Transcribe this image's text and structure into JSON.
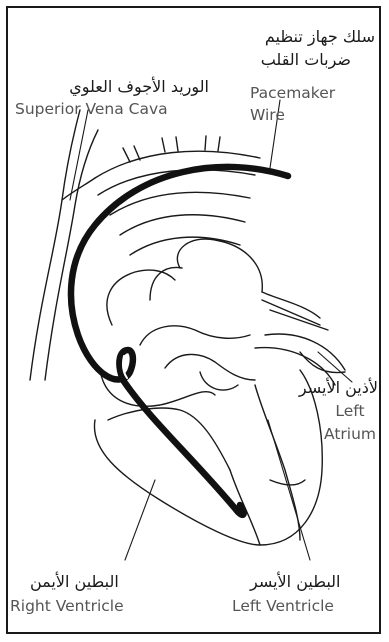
{
  "labels": {
    "pacemaker_wire": {
      "arabic_line1": "سلك جهاز تنظيم",
      "arabic_line2": "ضربات القلب",
      "english_line1": "Pacemaker",
      "english_line2": "Wire"
    },
    "superior_vena_cava": {
      "arabic": "الوريد الأجوف العلوي",
      "english": "Superior Vena Cava"
    },
    "left_atrium": {
      "arabic": "لأذين الأيسر",
      "english_line1": "Left",
      "english_line2": "Atrium"
    },
    "right_ventricle": {
      "arabic": "البطين الأيمن",
      "english": "Right Ventricle"
    },
    "left_ventricle": {
      "arabic": "البطين الأيسر",
      "english": "Left Ventricle"
    }
  },
  "colors": {
    "line": "#1a1a1a",
    "wire": "#111111",
    "label": "#333333"
  }
}
